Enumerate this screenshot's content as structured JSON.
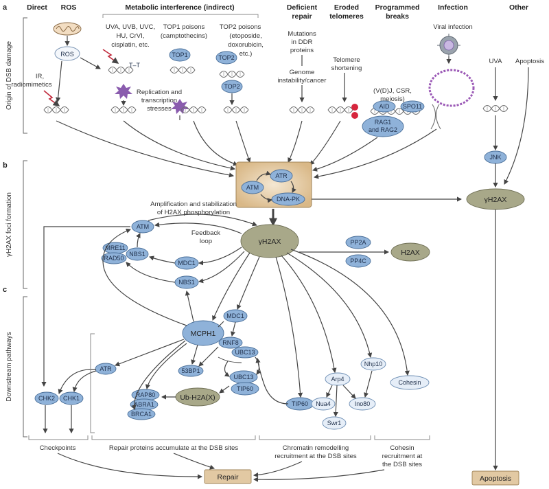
{
  "panels": {
    "a": "a",
    "b": "b",
    "c": "c"
  },
  "side_labels": {
    "origin": "Origin of DSB damage",
    "foci": "γH2AX foci formation",
    "downstream": "Downstream pathways"
  },
  "headers": {
    "direct": "Direct",
    "ros": "ROS",
    "metabolic": "Metabolic interference (indirect)",
    "deficient": [
      "Deficient",
      "repair"
    ],
    "eroded": [
      "Eroded",
      "telomeres"
    ],
    "programmed": [
      "Programmed",
      "breaks"
    ],
    "infection": "Infection",
    "other": "Other"
  },
  "labels": {
    "ros_node": "ROS",
    "uv": [
      "UVA, UVB, UVC,",
      "HU, CrVI,",
      "cisplatin, etc."
    ],
    "top1_poisons": [
      "TOP1 poisons",
      "(camptothecins)"
    ],
    "top2_poisons": [
      "TOP2 poisons",
      "(etoposide,",
      "doxorubicin,",
      "etc.)"
    ],
    "ir": [
      "IR,",
      "radiomimetics"
    ],
    "rep_stress": [
      "Replication and",
      "transcription",
      "stresses"
    ],
    "mutations": [
      "Mutations",
      "in DDR",
      "proteins"
    ],
    "genome": [
      "Genome",
      "instability/cancer"
    ],
    "telomere": [
      "Telomere",
      "shortening"
    ],
    "vdj": [
      "(V(D)J, CSR,",
      "meiosis)"
    ],
    "viral": "Viral infection",
    "uva": "UVA",
    "apoptosis_label": "Apoptosis",
    "tt": "T–T",
    "amplification": [
      "Amplification and stabilization",
      "of H2AX phosphorylation"
    ],
    "feedback": [
      "Feedback",
      "loop"
    ],
    "checkpoints": "Checkpoints",
    "repair_acc": "Repair proteins accumulate at the DSB sites",
    "chromatin": [
      "Chromatin remodelling",
      "recruitment at the DSB sites"
    ],
    "cohesin_rec": [
      "Cohesin",
      "recruitment at",
      "the DSB sites"
    ]
  },
  "nodes": {
    "top1": "TOP1",
    "top2a": "TOP2",
    "top2b": "TOP2",
    "aid": "AID",
    "spo11": "SPO11",
    "rag": [
      "RAG1",
      "and RAG2"
    ],
    "atr_k": "ATR",
    "atm_k": "ATM",
    "dnapk": "DNA-PK",
    "jnk": "JNK",
    "gh2ax_right": "γH2AX",
    "gh2ax": "γH2AX",
    "atm_loop": "ATM",
    "mre11": "MRE11",
    "rad50": "RAD50",
    "nbs1_a": "NBS1",
    "mdc1_a": "MDC1",
    "nbs1_b": "NBS1",
    "pp2a": "PP2A",
    "pp4c": "PP4C",
    "h2ax": "H2AX",
    "mcph1": "MCPH1",
    "mdc1_b": "MDC1",
    "rnf8": "RNF8",
    "ubc13_a": "UBC13",
    "ubc13_b": "UBC13",
    "tip60_a": "TIP60",
    "atr_d": "ATR",
    "p53bp1": "53BP1",
    "ubh2a": "Ub-H2A(X)",
    "rap80": "RAP80",
    "abra1": "ABRA1",
    "brca1": "BRCA1",
    "chk2": "CHK2",
    "chk1": "CHK1",
    "nhp10": "Nhp10",
    "arp4": "Arp4",
    "cohesin": "Cohesin",
    "tip60_b": "TIP60",
    "nua4": "Nua4",
    "ino80": "Ino80",
    "swr1": "Swr1",
    "repair": "Repair",
    "apoptosis_box": "Apoptosis"
  },
  "colors": {
    "blue_node": "#8fb2d9",
    "light_node": "#e6eef8",
    "olive_node": "#a8a889",
    "tan_box": "#e2c9a3",
    "lightning": "#c0283a",
    "break_red": "#d7263d",
    "star_purple": "#8a5cae"
  }
}
